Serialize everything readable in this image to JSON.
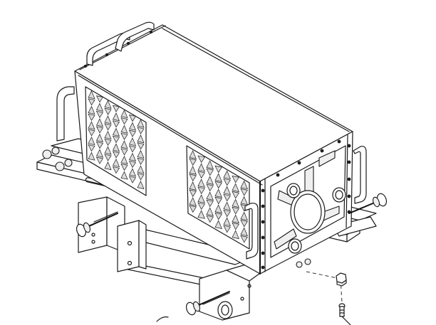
{
  "colors": {
    "line": "#1a1a1a",
    "paper": "#ffffff",
    "vent_fill": "#dcdcdc"
  },
  "parts": [
    {
      "id": "enclosure",
      "icon": "box-enclosure-icon"
    },
    {
      "id": "vent-grille-left",
      "icon": "vent-grille-icon"
    },
    {
      "id": "vent-grille-right",
      "icon": "vent-grille-icon"
    },
    {
      "id": "end-plate",
      "icon": "end-plate-icon"
    },
    {
      "id": "mounting-frame",
      "icon": "frame-icon"
    },
    {
      "id": "handles",
      "icon": "handle-icon"
    },
    {
      "id": "thumb-screws",
      "icon": "thumb-screw-icon"
    },
    {
      "id": "bolt",
      "icon": "bolt-icon"
    },
    {
      "id": "nut",
      "icon": "nut-icon"
    }
  ]
}
